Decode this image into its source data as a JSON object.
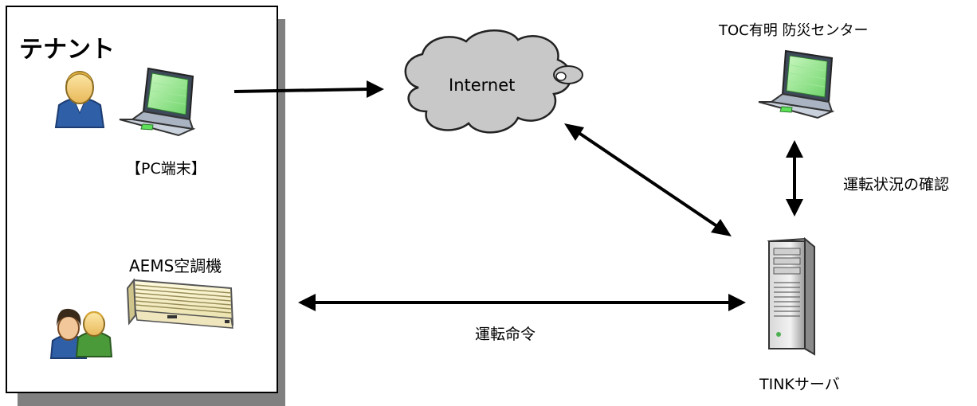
{
  "tenant": {
    "title": "テナント"
  },
  "pc": {
    "label": "【PC端末】"
  },
  "aircon": {
    "label": "AEMS空調機"
  },
  "cloud": {
    "label": "Internet"
  },
  "toc": {
    "label": "TOC有明  防災センター"
  },
  "links": {
    "status_check": "運転状況の確認",
    "command": "運転命令"
  },
  "server": {
    "label": "TINKサーバ"
  },
  "icons": {
    "tenant_user": "user-icon",
    "tenant_laptop": "laptop-icon",
    "users_pair": "users-icon",
    "aircon": "air-conditioner-icon",
    "cloud": "cloud-icon",
    "toc_laptop": "laptop-icon",
    "server": "server-tower-icon"
  },
  "colors": {
    "screen": "#7fe07a",
    "cloud_fill": "#c8c8c8",
    "user_blue": "#2f5fa7",
    "user_green": "#4a9a3a"
  }
}
